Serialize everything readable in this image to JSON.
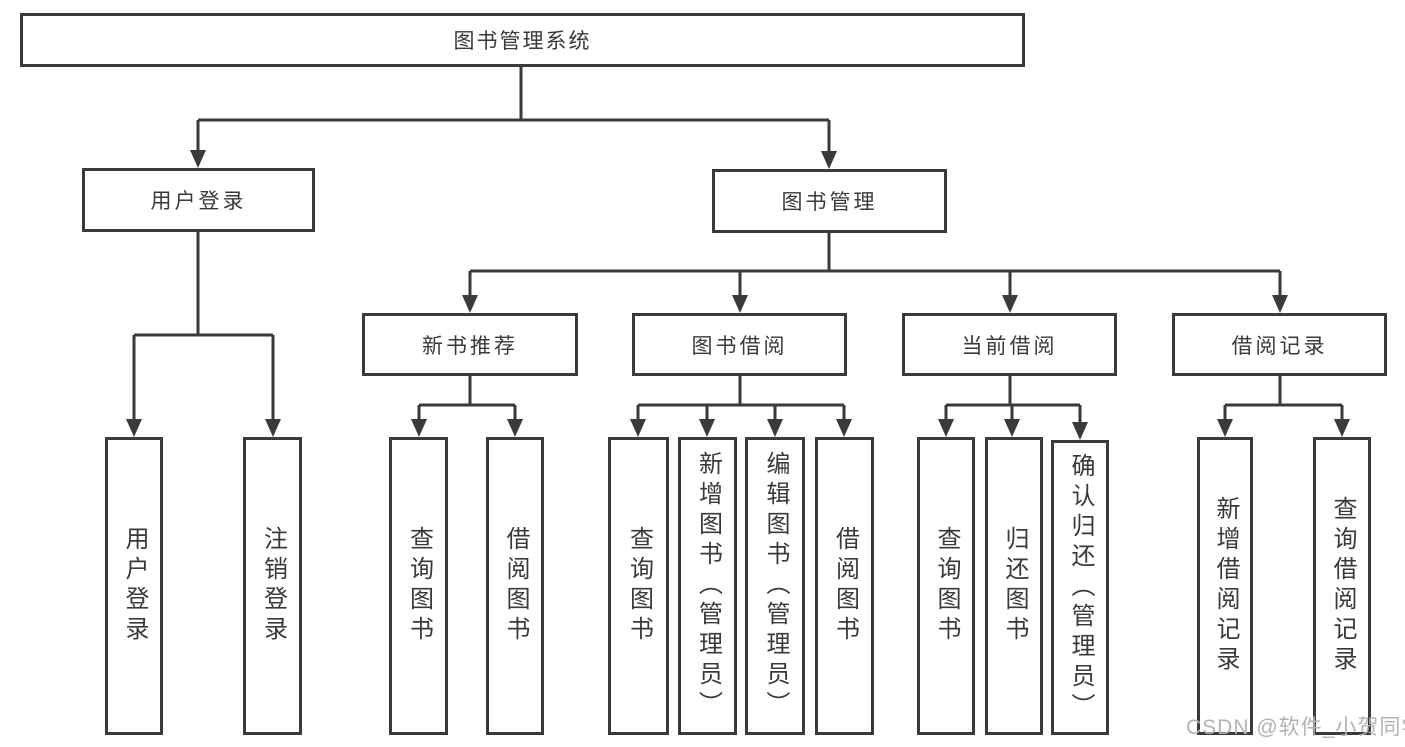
{
  "diagram_title": "图书管理系统",
  "nodes": {
    "root": {
      "label": "图书管理系统"
    },
    "user_login": {
      "label": "用户登录"
    },
    "book_mgmt": {
      "label": "图书管理"
    },
    "new_book_rec": {
      "label": "新书推荐"
    },
    "book_borrow": {
      "label": "图书借阅"
    },
    "current_borrow": {
      "label": "当前借阅"
    },
    "borrow_records": {
      "label": "借阅记录"
    },
    "leaf_user_login": {
      "label": "用户登录"
    },
    "leaf_logout": {
      "label": "注销登录"
    },
    "leaf_nbr_query": {
      "label": "查询图书"
    },
    "leaf_nbr_borrow": {
      "label": "借阅图书"
    },
    "leaf_bb_query": {
      "label": "查询图书"
    },
    "leaf_bb_add": {
      "label": "新增图书（管理员）"
    },
    "leaf_bb_edit": {
      "label": "编辑图书（管理员）"
    },
    "leaf_bb_borrow": {
      "label": "借阅图书"
    },
    "leaf_cb_query": {
      "label": "查询图书"
    },
    "leaf_cb_return": {
      "label": "归还图书"
    },
    "leaf_cb_confirm": {
      "label": "确认归还（管理员）"
    },
    "leaf_br_add": {
      "label": "新增借阅记录"
    },
    "leaf_br_query": {
      "label": "查询借阅记录"
    }
  },
  "edges": [
    [
      "root",
      "user_login"
    ],
    [
      "root",
      "book_mgmt"
    ],
    [
      "user_login",
      "leaf_user_login"
    ],
    [
      "user_login",
      "leaf_logout"
    ],
    [
      "book_mgmt",
      "new_book_rec"
    ],
    [
      "book_mgmt",
      "book_borrow"
    ],
    [
      "book_mgmt",
      "current_borrow"
    ],
    [
      "book_mgmt",
      "borrow_records"
    ],
    [
      "new_book_rec",
      "leaf_nbr_query"
    ],
    [
      "new_book_rec",
      "leaf_nbr_borrow"
    ],
    [
      "book_borrow",
      "leaf_bb_query"
    ],
    [
      "book_borrow",
      "leaf_bb_add"
    ],
    [
      "book_borrow",
      "leaf_bb_edit"
    ],
    [
      "book_borrow",
      "leaf_bb_borrow"
    ],
    [
      "current_borrow",
      "leaf_cb_query"
    ],
    [
      "current_borrow",
      "leaf_cb_return"
    ],
    [
      "current_borrow",
      "leaf_cb_confirm"
    ],
    [
      "borrow_records",
      "leaf_br_add"
    ],
    [
      "borrow_records",
      "leaf_br_query"
    ]
  ],
  "watermark": "CSDN @软件_小贺同学",
  "colors": {
    "line": "#3a3a3a",
    "text": "#3a3a3a",
    "watermark": "#b3b3b3",
    "background": "#ffffff"
  }
}
